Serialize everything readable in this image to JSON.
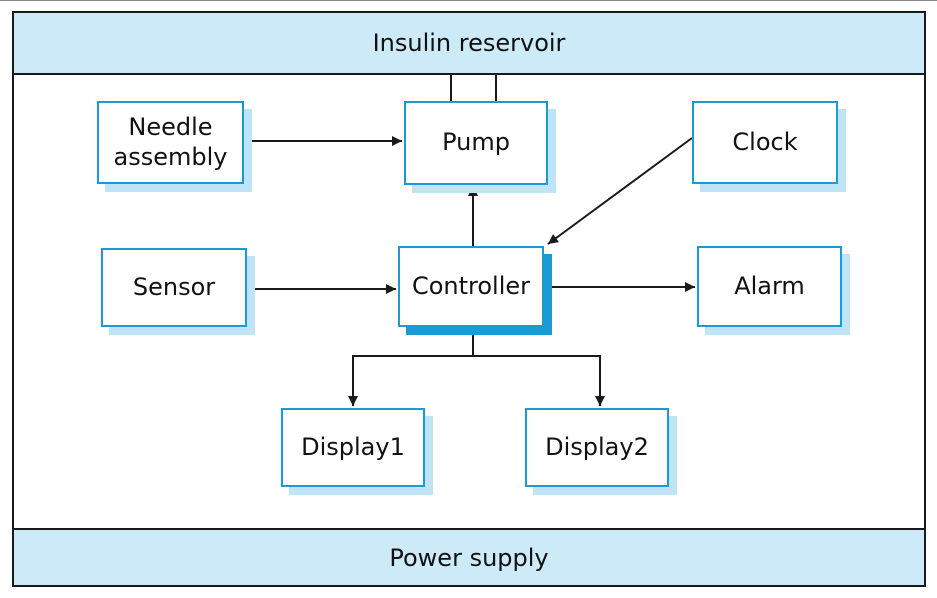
{
  "diagram": {
    "reservoir": "Insulin reservoir",
    "power": "Power supply",
    "components": {
      "needle": [
        "Needle",
        "assembly"
      ],
      "pump": "Pump",
      "clock": "Clock",
      "sensor": "Sensor",
      "controller": "Controller",
      "alarm": "Alarm",
      "display1": "Display1",
      "display2": "Display2"
    },
    "connections": [
      {
        "from": "Needle assembly",
        "to": "Pump"
      },
      {
        "from": "Controller",
        "to": "Pump"
      },
      {
        "from": "Clock",
        "to": "Controller"
      },
      {
        "from": "Sensor",
        "to": "Controller"
      },
      {
        "from": "Controller",
        "to": "Alarm"
      },
      {
        "from": "Controller",
        "to": "Display1"
      },
      {
        "from": "Controller",
        "to": "Display2"
      },
      {
        "from": "Insulin reservoir",
        "to": "Pump"
      }
    ],
    "colors": {
      "band_fill": "#cdeaf8",
      "box_border": "#1a9bd7",
      "box_shadow": "#bfe4f6",
      "line": "#1a1a1a"
    }
  }
}
